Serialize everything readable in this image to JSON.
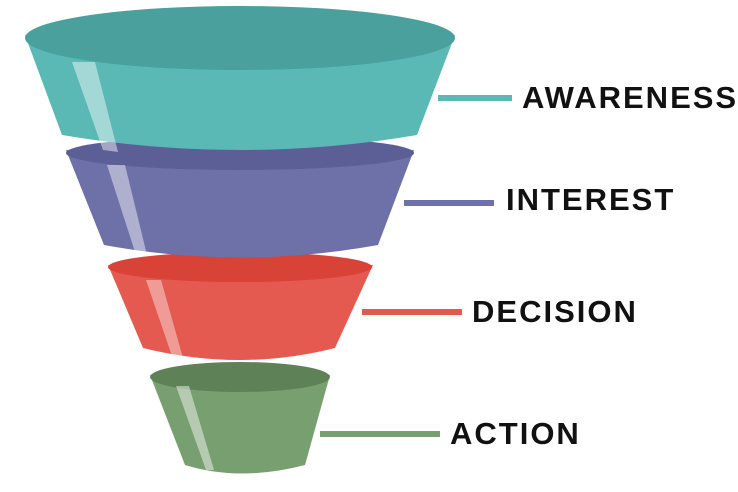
{
  "stages": [
    {
      "label": "AWARENESS",
      "color": "#5ab8b5",
      "top_color": "#4aa09d",
      "shadow_color": "#3f8f8c"
    },
    {
      "label": "INTEREST",
      "color": "#6e70a8",
      "top_color": "#5c5e96",
      "shadow_color": "#4f5087"
    },
    {
      "label": "DECISION",
      "color": "#e45a50",
      "top_color": "#d94236",
      "shadow_color": "#c6392e"
    },
    {
      "label": "ACTION",
      "color": "#789f6f",
      "top_color": "#5f8157",
      "shadow_color": "#52724b"
    }
  ]
}
